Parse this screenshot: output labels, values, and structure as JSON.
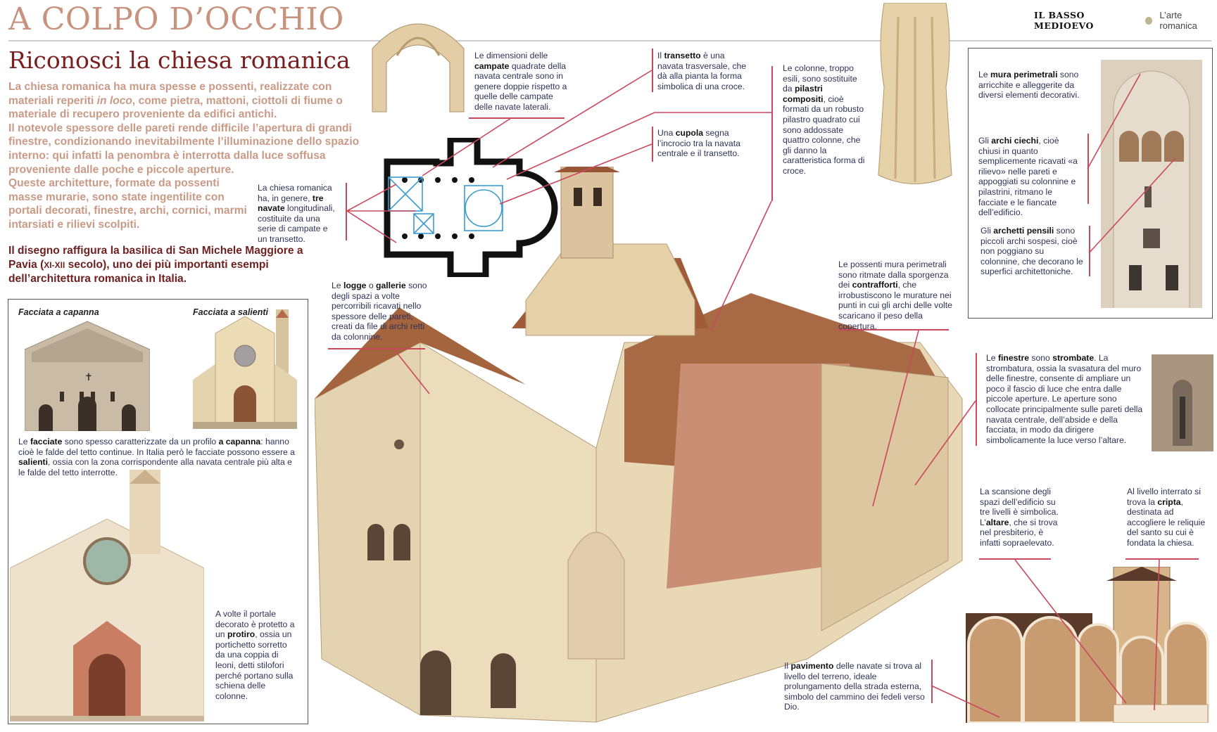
{
  "header": {
    "title": "A COLPO D’OCCHIO",
    "subtitle": "Riconosci la chiesa romanica",
    "section": "IL BASSO MEDIOEVO",
    "topic": "L’arte romanica",
    "accent_color": "#c9485e",
    "title_color": "#c8937e",
    "subtitle_color": "#7a1f1f"
  },
  "intro": {
    "p1": [
      [
        "La chiesa romanica ha mura spesse e possenti, realizzate con materiali reperiti ",
        false
      ],
      [
        "in loco",
        "i"
      ],
      [
        ", come pietra, mattoni, ciottoli di fiume o materiale di recupero proveniente da edifici antichi.",
        false
      ]
    ],
    "p2": "Il notevole spessore delle pareti rende difficile l’apertura di grandi finestre, condizionando inevitabilmente l’illuminazione dello spazio interno: qui infatti la penombra è interrotta dalla luce soffusa proveniente dalle poche e piccole aperture.",
    "p3": "Queste architetture, formate da possenti masse murarie, sono state ingentilite con portali decorati, finestre, archi, cornici, marmi intarsiati e rilievi scolpiti.",
    "lead_before": "Il disegno raffigura la basilica di San Michele Maggiore a Pavia (",
    "lead_century": "XI-XII",
    "lead_after": " secolo), uno dei più importanti esempi dell’architettura romanica in Italia."
  },
  "facades": {
    "label_capanna": "Facciata a capanna",
    "label_salienti": "Facciata a salienti",
    "caption": [
      [
        "Le ",
        false
      ],
      [
        "facciate",
        true
      ],
      [
        " sono spesso caratterizzate da un profilo ",
        false
      ],
      [
        "a capanna",
        true
      ],
      [
        ": hanno cioè le falde del tetto continue. In Italia però le facciate possono essere a ",
        false
      ],
      [
        "salienti",
        true
      ],
      [
        ", ossia con la zona corrispondente alla navata centrale più alta e le falde del tetto interrotte.",
        false
      ]
    ],
    "protiro": [
      [
        "A volte il portale decorato è protetto a un ",
        false
      ],
      [
        "protiro",
        true
      ],
      [
        ", ossia un portichetto sorretto da una coppia di leoni, detti stilofori perché portano sulla schiena delle colonne.",
        false
      ]
    ]
  },
  "annotations": {
    "navate": [
      [
        "La chiesa romanica ha, in genere, ",
        false
      ],
      [
        "tre navate",
        true
      ],
      [
        " longitudinali, costituite da una serie di campate e un transetto.",
        false
      ]
    ],
    "campate": [
      [
        "Le dimensioni delle ",
        false
      ],
      [
        "campate",
        true
      ],
      [
        " quadrate della navata centrale sono in genere doppie rispetto a quelle delle campate delle navate laterali.",
        false
      ]
    ],
    "transetto": [
      [
        "Il ",
        false
      ],
      [
        "transetto",
        true
      ],
      [
        " è una navata trasversale, che dà alla pianta la forma simbolica di una croce.",
        false
      ]
    ],
    "cupola": [
      [
        "Una ",
        false
      ],
      [
        "cupola",
        true
      ],
      [
        " segna l’incrocio tra la navata centrale e il transetto.",
        false
      ]
    ],
    "pilastri": [
      [
        "Le colonne, troppo esili, sono sostituite da ",
        false
      ],
      [
        "pilastri compositi",
        true
      ],
      [
        ", cioè formati da un robusto pilastro quadrato cui sono addossate quattro colonne, che gli danno la caratteristica forma di croce.",
        false
      ]
    ],
    "logge": [
      [
        "Le ",
        false
      ],
      [
        "logge",
        true
      ],
      [
        " o ",
        false
      ],
      [
        "gallerie",
        true
      ],
      [
        " sono degli spazi a volte percorribili ricavati nello spessore delle pareti, creati da file di archi retti da colonnine.",
        false
      ]
    ],
    "contrafforti": [
      [
        "Le possenti mura perimetrali sono ritmate dalla sporgenza dei ",
        false
      ],
      [
        "contrafforti",
        true
      ],
      [
        ", che irrobustiscono le murature nei punti in cui gli archi delle volte scaricano il peso della copertura.",
        false
      ]
    ],
    "mura": [
      [
        "Le ",
        false
      ],
      [
        "mura perimetrali",
        true
      ],
      [
        " sono arricchite e alleggerite da diversi elementi decorativi.",
        false
      ]
    ],
    "archi_ciechi": [
      [
        "Gli ",
        false
      ],
      [
        "archi ciechi",
        true
      ],
      [
        ", cioè chiusi in quanto semplicemente ricavati «a rilievo» nelle pareti e appoggiati su colonnine e pilastrini, ritmano le facciate e le fiancate dell’edificio.",
        false
      ]
    ],
    "archetti": [
      [
        "Gli ",
        false
      ],
      [
        "archetti pensili",
        true
      ],
      [
        " sono piccoli archi sospesi, cioè non poggiano su colonnine, che decorano le superfici architettoniche.",
        false
      ]
    ],
    "finestre": [
      [
        "Le ",
        false
      ],
      [
        "finestre",
        true
      ],
      [
        " sono ",
        false
      ],
      [
        "strombate",
        true
      ],
      [
        ". La strombatura, ossia la svasatura del muro delle finestre, consente di ampliare un poco il fascio di luce che entra dalle piccole aperture. Le aperture sono collocate principalmente sulle pareti della navata centrale, dell’abside e della facciata, in modo da dirigere simbolicamente la luce verso l’altare.",
        false
      ]
    ],
    "altare": [
      [
        "La scansione degli spazi dell’edificio su tre livelli è simbolica. L’",
        false
      ],
      [
        "altare",
        true
      ],
      [
        ", che si trova nel presbiterio, è infatti sopraelevato.",
        false
      ]
    ],
    "cripta": [
      [
        "Al livello interrato si trova la ",
        false
      ],
      [
        "cripta",
        true
      ],
      [
        ", destinata ad accogliere le reliquie del santo su cui è fondata la chiesa.",
        false
      ]
    ],
    "pavimento": [
      [
        "Il ",
        false
      ],
      [
        "pavimento",
        true
      ],
      [
        " delle navate si trova al livello del terreno, ideale prolungamento della strada esterna, simbolo del cammino dei fedeli verso Dio.",
        false
      ]
    ]
  }
}
